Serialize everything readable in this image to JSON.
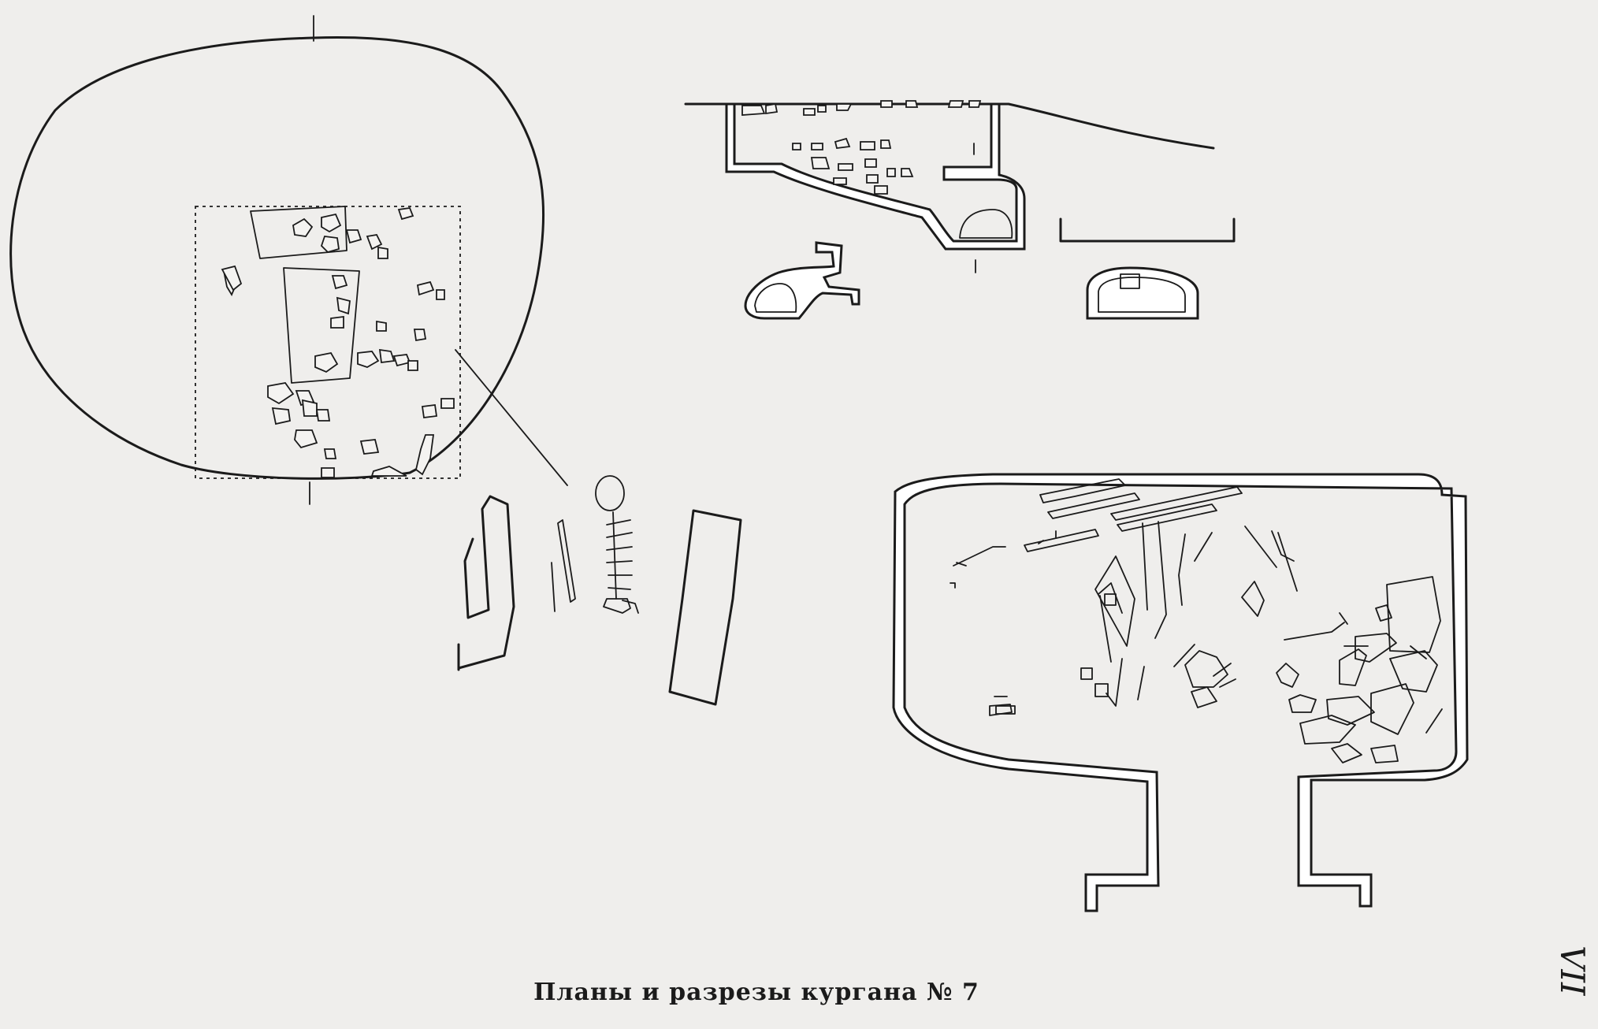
{
  "caption": "Планы и разрезы кургана № 7",
  "page_mark": "VII",
  "colors": {
    "paper": "#efeeec",
    "ink": "#1b1b1b"
  },
  "elements": {
    "mound_plan": "kurgan-mound-plan",
    "excavation_square": "excavation-square",
    "burial_detail": "burial-skeleton-detail",
    "section_profile": "kurgan-section-profile",
    "chamber_plan": "catacomb-chamber-plan"
  }
}
